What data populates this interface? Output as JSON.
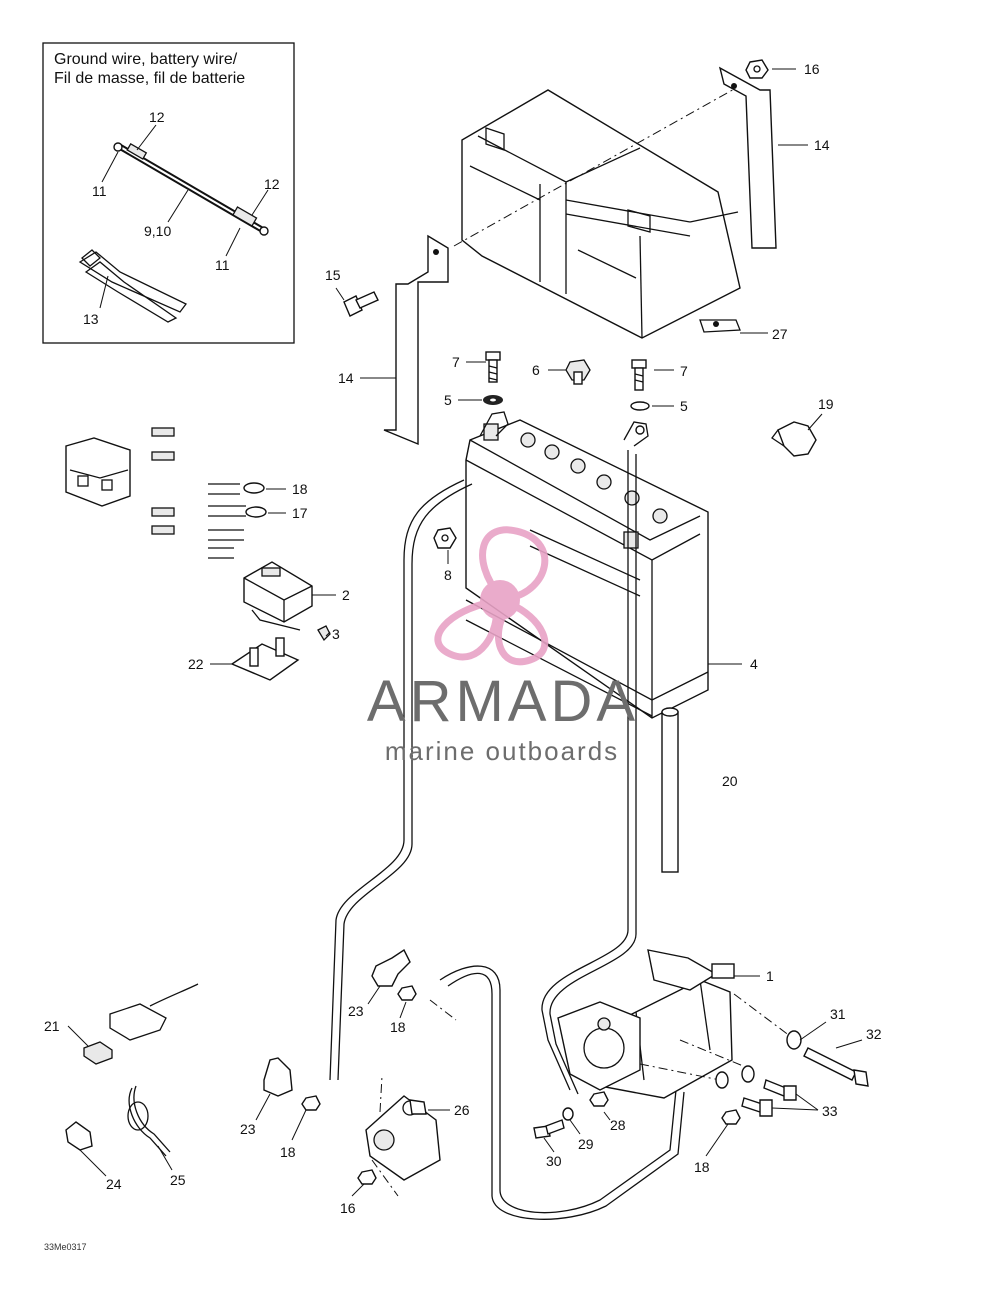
{
  "inset": {
    "title_line1": "Ground wire, battery wire/",
    "title_line2": "Fil de masse, fil de batterie"
  },
  "callouts": [
    {
      "id": "c12a",
      "text": "12"
    },
    {
      "id": "c11a",
      "text": "11"
    },
    {
      "id": "c12b",
      "text": "12"
    },
    {
      "id": "c910",
      "text": "9,10"
    },
    {
      "id": "c11b",
      "text": "11"
    },
    {
      "id": "c13",
      "text": "13"
    },
    {
      "id": "c16a",
      "text": "16"
    },
    {
      "id": "c14a",
      "text": "14"
    },
    {
      "id": "c15",
      "text": "15"
    },
    {
      "id": "c27",
      "text": "27"
    },
    {
      "id": "c14b",
      "text": "14"
    },
    {
      "id": "c7a",
      "text": "7"
    },
    {
      "id": "c6",
      "text": "6"
    },
    {
      "id": "c7b",
      "text": "7"
    },
    {
      "id": "c5a",
      "text": "5"
    },
    {
      "id": "c5b",
      "text": "5"
    },
    {
      "id": "c19",
      "text": "19"
    },
    {
      "id": "c18a",
      "text": "18"
    },
    {
      "id": "c17",
      "text": "17"
    },
    {
      "id": "c8",
      "text": "8"
    },
    {
      "id": "c2",
      "text": "2"
    },
    {
      "id": "c3",
      "text": "3"
    },
    {
      "id": "c22",
      "text": "22"
    },
    {
      "id": "c4",
      "text": "4"
    },
    {
      "id": "c20",
      "text": "20"
    },
    {
      "id": "c1",
      "text": "1"
    },
    {
      "id": "c31",
      "text": "31"
    },
    {
      "id": "c32",
      "text": "32"
    },
    {
      "id": "c23a",
      "text": "23"
    },
    {
      "id": "c18b",
      "text": "18"
    },
    {
      "id": "c21",
      "text": "21"
    },
    {
      "id": "c26",
      "text": "26"
    },
    {
      "id": "c28",
      "text": "28"
    },
    {
      "id": "c33",
      "text": "33"
    },
    {
      "id": "c23b",
      "text": "23"
    },
    {
      "id": "c18c",
      "text": "18"
    },
    {
      "id": "c29",
      "text": "29"
    },
    {
      "id": "c30",
      "text": "30"
    },
    {
      "id": "c18d",
      "text": "18"
    },
    {
      "id": "c24",
      "text": "24"
    },
    {
      "id": "c25",
      "text": "25"
    },
    {
      "id": "c16b",
      "text": "16"
    }
  ],
  "watermark": {
    "name": "ARMADA",
    "tagline": "marine outboards",
    "logo_color": "#e8a3c6",
    "text_color": "#6d6d6d"
  },
  "diagram_code": "33Me0317"
}
